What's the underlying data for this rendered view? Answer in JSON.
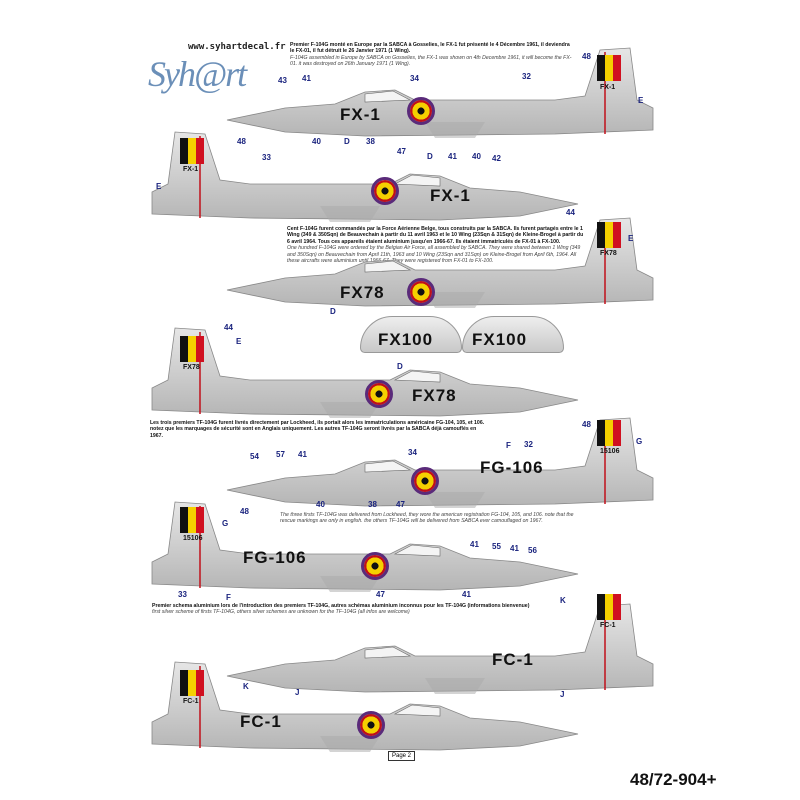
{
  "header": {
    "logo": "Syh@rt",
    "url": "www.syhartdecal.fr"
  },
  "notes": [
    {
      "fr": "Premier F-104G monté en Europe par la SABCA à Gosselies, le FX-1 fut présenté le 4 Décembre 1961, il deviendra le FX-01, il fut détruit le 26 Janvier 1971 (1 Wing).",
      "en": "F-104G assembled in Europe by SABCA on Gosselies, the FX-1 was shown on 4th Decembre 1961, it will become the FX-01. it was destroyed on 26th January 1971 (1 Wing)."
    },
    {
      "fr": "Cent F-104G furent commandés par la Force Aérienne Belge, tous construits par la SABCA. Ils furent partagés entre le 1 Wing (349 & 350Sqn) de Beauvechain à partir du 11 avril 1963 et le 10 Wing (23Sqn & 31Sqn) de Kleine-Brogel à partir du 6 avril 1964. Tous ces appareils étaient aluminium jusqu'en 1966-67. Ils étaient immatriculés de FX-01 à FX-100.",
      "en": "One hundred F-104G were ordered by the Belgian Air Force, all assembled by SABCA. They were shared between 1 Wing (349 and 350Sqn) on Beauvechain from April 11th, 1963 and 10 Wing (23Sqn and 31Sqn) on Kleine-Brogel from April 6th, 1964. All these aircrafts were aluminium until 1966-67. They were registered from FX-01 to FX-100."
    },
    {
      "fr": "Les trois premiers TF-104G furent livrés directement par Lockheed, ils portait alors les immatriculations américaine FG-104, 105, et 106. notez que les marquages de sécurité sont en Anglais uniquement. Les autres TF-104G seront livrés par la SABCA déjà camouflés en 1967.",
      "en": "The three firsts TF-104G was delivered from Lockheed, they wore the american registration FG-104, 105, and 106. note that the rescue markings are only in english. the others TF-104G will be delivered from SABCA ever camouflaged on 1967."
    },
    {
      "fr": "Premier schema aluminium lors de l'introduction des premiers TF-104G, autres schémas aluminium inconnus pour les TF-104G (informations bienvenue)",
      "en": "first silver scheme of firsts TF-104G, others silver schemes are unknown for the TF-104G (all infos are welcome)"
    }
  ],
  "aircraft": [
    {
      "reg": "FX-1",
      "tail": "FX-1"
    },
    {
      "reg": "FX-1",
      "tail": "FX-1"
    },
    {
      "reg": "FX78",
      "tail": "FX78"
    },
    {
      "reg": "FX100",
      "reg2": "FX100"
    },
    {
      "reg": "FX78",
      "tail": "FX78"
    },
    {
      "reg": "FG-106",
      "tail": "15106"
    },
    {
      "reg": "FG-106",
      "tail": "15106"
    },
    {
      "reg": "FC-1",
      "tail": "FC-1"
    },
    {
      "reg": "FC-1",
      "tail": "FC-1"
    }
  ],
  "callouts": [
    "43",
    "41",
    "34",
    "32",
    "48",
    "E",
    "40",
    "D",
    "38",
    "47",
    "48",
    "E",
    "33",
    "D",
    "41",
    "40",
    "42",
    "44",
    "E",
    "D",
    "44",
    "E",
    "D",
    "54",
    "57",
    "41",
    "34",
    "48",
    "F",
    "32",
    "G",
    "40",
    "38",
    "47",
    "48",
    "G",
    "F",
    "33",
    "41",
    "55",
    "41",
    "56",
    "41",
    "47",
    "K",
    "J",
    "K",
    "J"
  ],
  "footer": {
    "page": "Page 2",
    "code": "48/72-904+"
  },
  "colors": {
    "callout": "#1a237e",
    "aluminium": "#c9c9c9",
    "red": "#c0101a",
    "yellow": "#f5d000"
  }
}
